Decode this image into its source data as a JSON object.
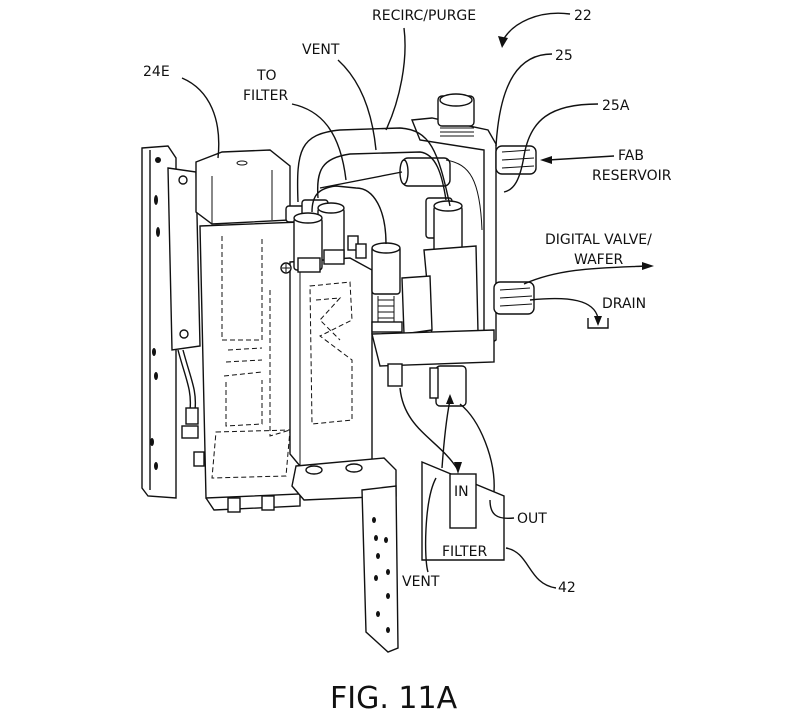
{
  "figure": {
    "caption": "FIG. 11A",
    "reference_numerals": {
      "assembly": "22",
      "reservoir_module": "24E",
      "valve_block": "25",
      "inlet_fitting": "25A",
      "filter": "42"
    },
    "flow_labels": {
      "recirc_purge": "RECIRC/PURGE",
      "vent_top": "VENT",
      "to_filter_line1": "TO",
      "to_filter_line2": "FILTER",
      "fab_reservoir_line1": "FAB",
      "fab_reservoir_line2": "RESERVOIR",
      "digital_valve_line1": "DIGITAL VALVE/",
      "digital_valve_line2": "WAFER",
      "drain": "DRAIN"
    },
    "filter_box": {
      "title": "FILTER",
      "in": "IN",
      "out": "OUT",
      "vent": "VENT"
    }
  }
}
